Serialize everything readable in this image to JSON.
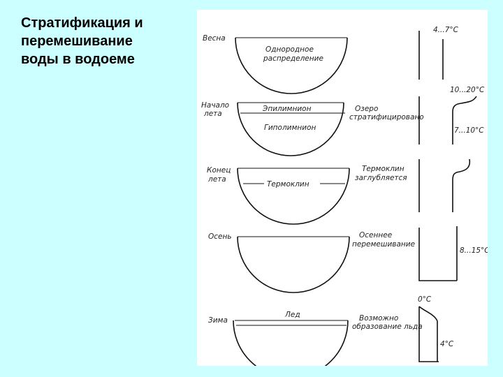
{
  "title_lines": [
    "Стратификация и",
    "перемешивание",
    "воды в водоеме"
  ],
  "seasons": [
    {
      "name_lines": [
        "Весна"
      ],
      "inner_lines": [
        "Однородное",
        "распределение"
      ],
      "right_lines": [],
      "temp_top": "4...7°С",
      "temp_bottom": ""
    },
    {
      "name_lines": [
        "Начало",
        "лета"
      ],
      "inner_upper": "Эпилимнион",
      "inner_lower": "Гиполимнион",
      "right_lines": [
        "Озеро",
        "стратифицировано"
      ],
      "temp_top": "10...20°С",
      "temp_bottom": "7...10°С"
    },
    {
      "name_lines": [
        "Конец",
        "лета"
      ],
      "inner_label": "Термоклин",
      "right_lines": [
        "Термоклин",
        "заглубляется"
      ],
      "temp_top": "",
      "temp_bottom": ""
    },
    {
      "name_lines": [
        "Осень"
      ],
      "right_lines": [
        "Осеннее",
        "перемешивание"
      ],
      "temp_side": "8...15°С"
    },
    {
      "name_lines": [
        "Зима"
      ],
      "inner_label": "Лед",
      "right_lines": [
        "Возможно",
        "образование льда"
      ],
      "temp_top": "0°С",
      "temp_bottom": "4°С"
    }
  ]
}
